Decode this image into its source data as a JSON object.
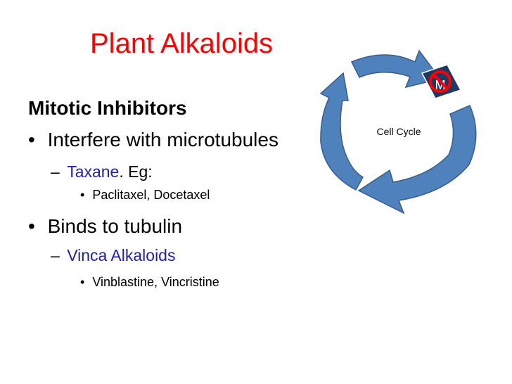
{
  "slide": {
    "title": "Plant Alkaloids",
    "heading": "Mitotic Inhibitors",
    "bullets": [
      {
        "text": "Interfere with microtubules",
        "sub": {
          "name": "Taxane",
          "suffix": ". Eg:",
          "examples": "Paclitaxel, Docetaxel"
        }
      },
      {
        "text": "Binds to tubulin",
        "sub": {
          "name": "Vinca Alkaloids",
          "examples": "Vinblastine, Vincristine"
        }
      }
    ]
  },
  "diagram": {
    "label": "Cell Cycle",
    "phase": "M",
    "colors": {
      "arrow_fill": "#4f81bd",
      "arrow_stroke": "#385d8a",
      "phase_fill": "#1f3864",
      "no_symbol": "#ff0000",
      "title": "#ff0000",
      "accent": "#1f1fa8"
    }
  }
}
